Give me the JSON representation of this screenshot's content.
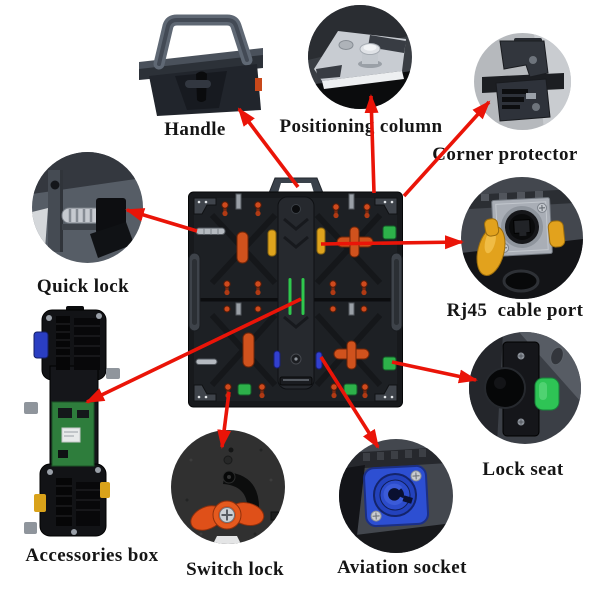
{
  "diagram": {
    "arrow_color": "#ea1408",
    "labels": {
      "handle": "Handle",
      "positioning_column": "Positioning column",
      "corner_protector": "Corner protector",
      "quick_lock": "Quick lock",
      "rj45_cable_port": "Rj45  cable port",
      "accessories_box": "Accessories box",
      "lock_seat": "Lock seat",
      "switch_lock": "Switch lock",
      "aviation_socket": "Aviation socket"
    },
    "feature_colors": {
      "latch_orange": "#d0521d",
      "latch_yellow": "#dfa41d",
      "latch_blue": "#3240cf",
      "tab_green": "#2db14a",
      "led_strip_green": "#2fc94d",
      "aviation_socket_blue": "#2d4fd2",
      "switch_knob_orange": "#e0531b",
      "rj45_latch_yellow": "#e2a21d",
      "lock_seat_green": "#2ec455"
    }
  }
}
